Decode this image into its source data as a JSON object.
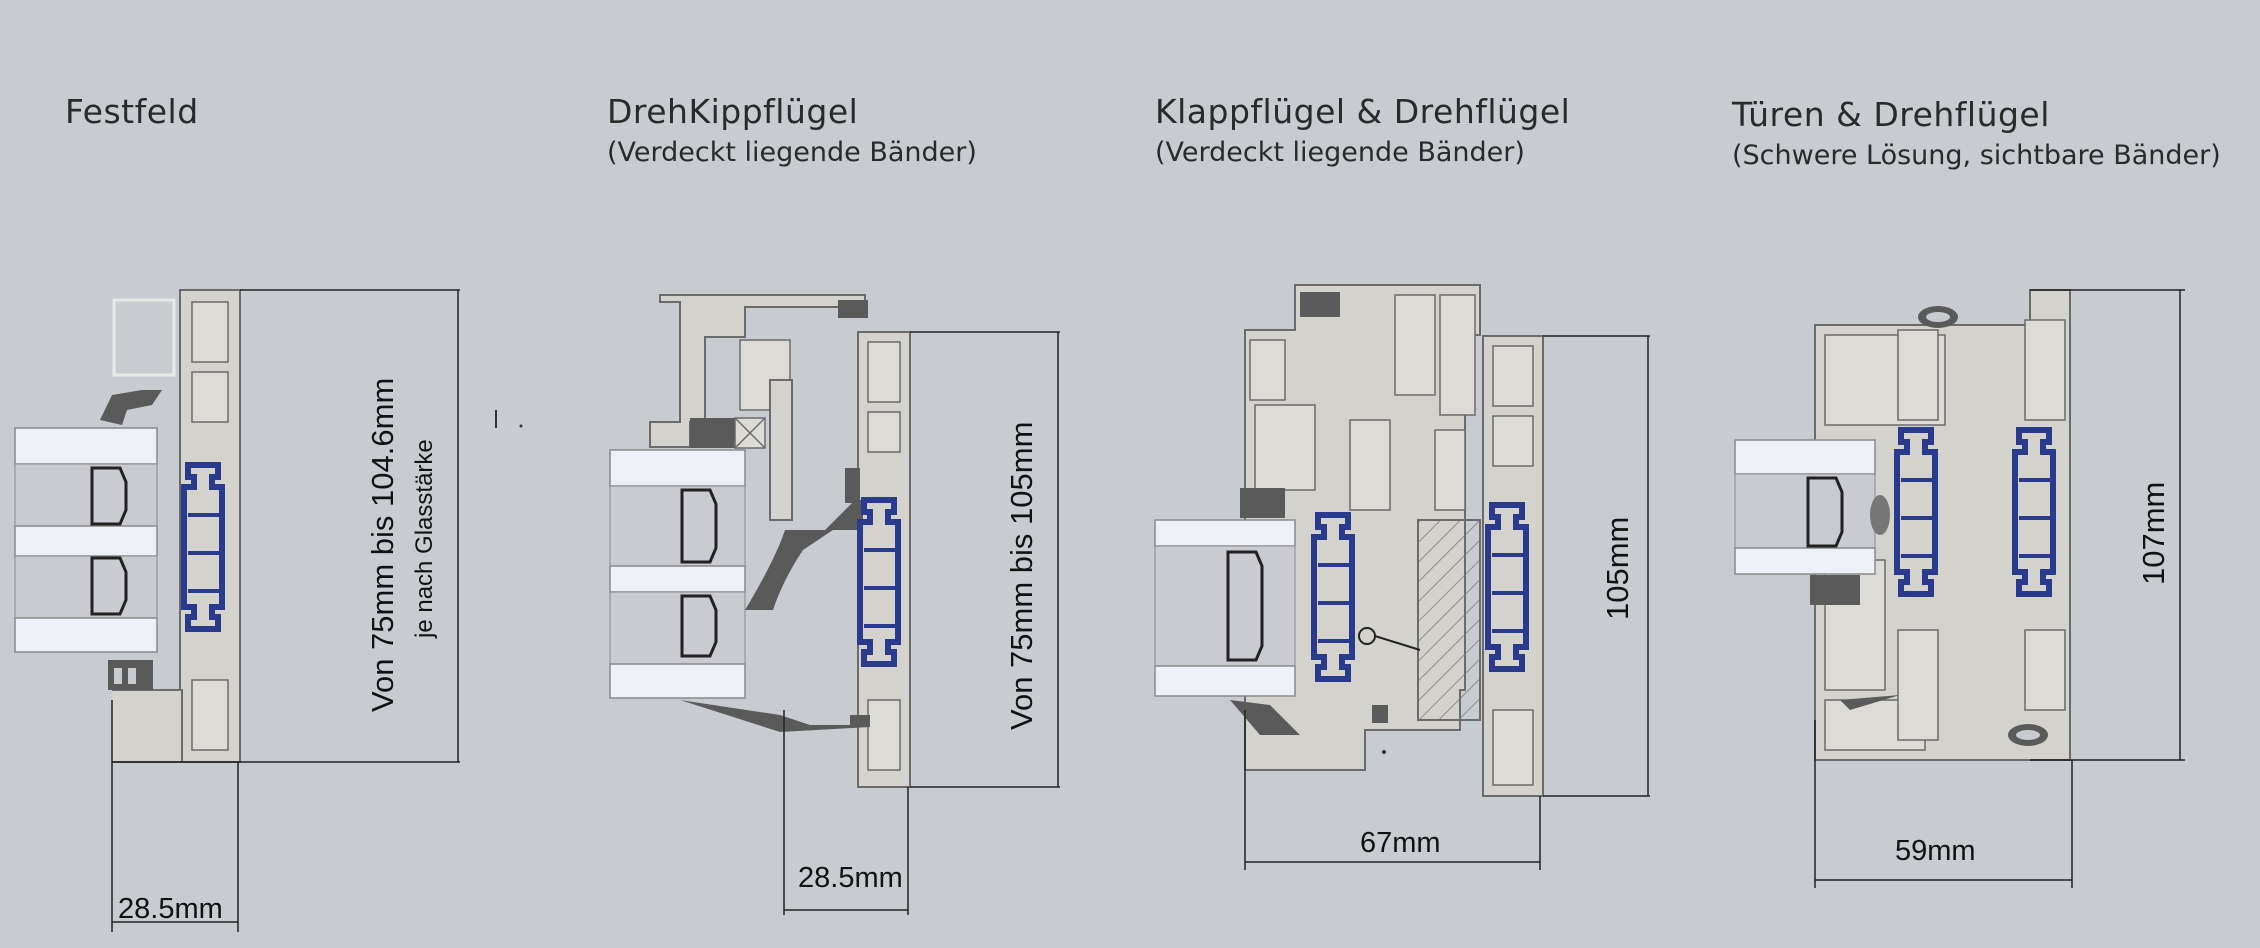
{
  "sections": [
    {
      "title": "Festfeld",
      "subtitle": ""
    },
    {
      "title": "DrehKippflügel",
      "subtitle": "(Verdeckt liegende Bänder)"
    },
    {
      "title": "Klappflügel & Drehflügel",
      "subtitle": "(Verdeckt liegende Bänder)"
    },
    {
      "title": "Türen & Drehflügel",
      "subtitle": "(Schwere Lösung, sichtbare Bänder)"
    }
  ],
  "dimensions": {
    "festfeld_height_main": "Von 75mm bis 104.6mm",
    "festfeld_height_sub": "je nach Glasstärke",
    "festfeld_width": "28.5mm",
    "drehkipp_height": "Von 75mm bis 105mm",
    "drehkipp_width": "28.5mm",
    "klapp_height": "105mm",
    "klapp_width": "67mm",
    "tueren_height": "107mm",
    "tueren_width": "59mm"
  },
  "colors": {
    "background": "#c8ccd1",
    "profile_fill": "#cfcdc8",
    "profile_stroke": "#6b6b6b",
    "thermal_break": "#2a3a8c",
    "gasket": "#5a5a5a",
    "glass": "#eef0f7"
  }
}
